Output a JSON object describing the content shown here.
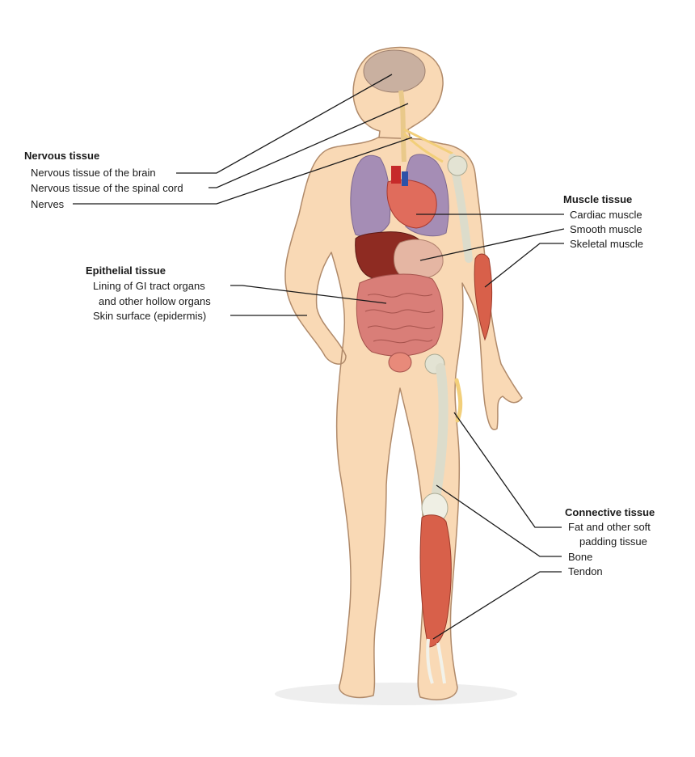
{
  "nervous": {
    "heading": "Nervous tissue",
    "brain": "Nervous tissue of the brain",
    "spinal_cord": "Nervous tissue of the spinal cord",
    "nerves": "Nerves"
  },
  "epithelial": {
    "heading": "Epithelial tissue",
    "gi_line1": "Lining of GI tract organs",
    "gi_line2": "and other hollow organs",
    "skin": "Skin surface (epidermis)"
  },
  "muscle": {
    "heading": "Muscle tissue",
    "cardiac": "Cardiac muscle",
    "smooth": "Smooth muscle",
    "skeletal": "Skeletal muscle"
  },
  "connective": {
    "heading": "Connective tissue",
    "fat_line1": "Fat and other soft",
    "fat_line2": "padding tissue",
    "bone": "Bone",
    "tendon": "Tendon"
  },
  "colors": {
    "skin": "#f9d9b5",
    "skin_outline": "#b08a6a",
    "lung": "#a58db5",
    "heart": "#c62a2a",
    "liver": "#8e2b22",
    "intestine": "#d97e78",
    "bone": "#dcdccb",
    "muscle": "#d8604a",
    "nerve": "#f2cf7a",
    "leader_line": "#1a1a1a"
  }
}
